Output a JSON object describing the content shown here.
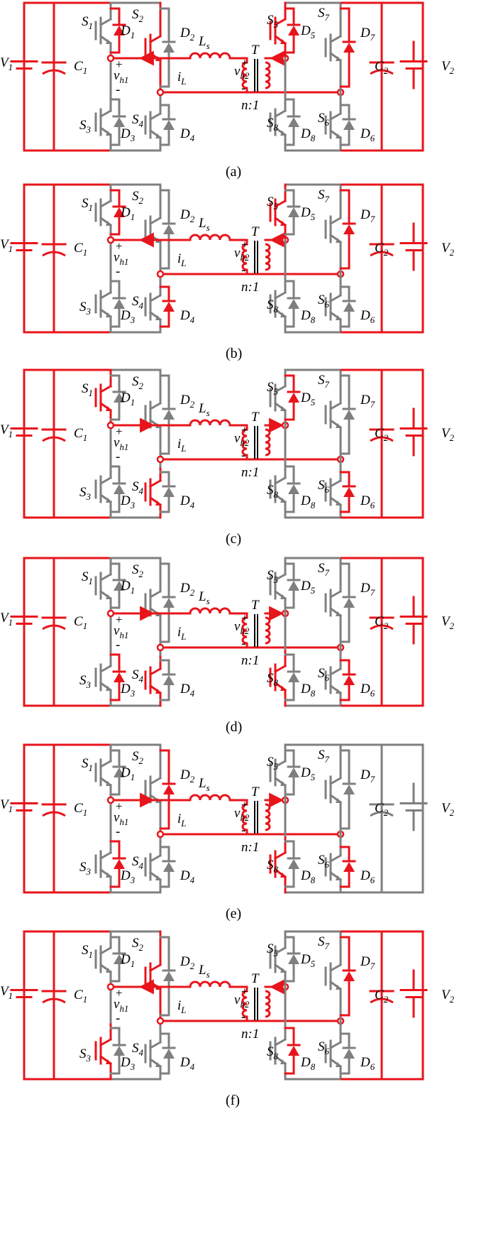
{
  "colors": {
    "active": "#e8141b",
    "inactive": "#7f7f7f",
    "text": "#000000"
  },
  "labels": {
    "S1": "S",
    "S1_sub": "1",
    "S2": "S",
    "S2_sub": "2",
    "S3": "S",
    "S3_sub": "3",
    "S4": "S",
    "S4_sub": "4",
    "S5": "S",
    "S5_sub": "5",
    "S6": "S",
    "S6_sub": "6",
    "S7": "S",
    "S7_sub": "7",
    "S8": "S",
    "S8_sub": "8",
    "D1": "D",
    "D1_sub": "1",
    "D2": "D",
    "D2_sub": "2",
    "D3": "D",
    "D3_sub": "3",
    "D4": "D",
    "D4_sub": "4",
    "D5": "D",
    "D5_sub": "5",
    "D6": "D",
    "D6_sub": "6",
    "D7": "D",
    "D7_sub": "7",
    "D8": "D",
    "D8_sub": "8",
    "V1": "V",
    "V1_sub": "1",
    "V2": "V",
    "V2_sub": "2",
    "C1": "C",
    "C1_sub": "1",
    "C2": "C",
    "C2_sub": "2",
    "Ls": "L",
    "Ls_sub": "s",
    "iL": "i",
    "iL_sub": "L",
    "vh1": "v",
    "vh1_sub": "h1",
    "vh2": "v",
    "vh2_sub": "h2",
    "T": "T",
    "ratio": "n:1",
    "plus": "+",
    "minus": "-"
  },
  "panels": [
    {
      "caption": "(a)",
      "active": [
        "V1",
        "C1",
        "S2",
        "D1",
        "nodeA_up",
        "Ls",
        "midA",
        "T",
        "V2",
        "C2",
        "D5",
        "S7_loop",
        "midB_up",
        "nodeA_low",
        "arrowLeft_L",
        "arrowLeft_T"
      ]
    },
    {
      "caption": "(b)",
      "active": [
        "V1",
        "C1",
        "D1",
        "D4",
        "S5",
        "D7",
        "C2",
        "V2",
        "arrowLeft_L"
      ]
    },
    {
      "caption": "(c)",
      "active": [
        "V1",
        "C1",
        "S1",
        "S4",
        "D5",
        "D6",
        "C2",
        "V2",
        "arrowRight_L"
      ]
    },
    {
      "caption": "(d)",
      "active": [
        "D3",
        "S4",
        "S8",
        "D6",
        "C2",
        "V2",
        "V1",
        "C1",
        "arrowRight_L"
      ]
    },
    {
      "caption": "(e)",
      "active": [
        "D2",
        "D3",
        "S8",
        "D6",
        "V1",
        "C1",
        "arrowRight_L"
      ]
    },
    {
      "caption": "(f)",
      "active": [
        "S2",
        "S3",
        "D7",
        "D8",
        "C2",
        "V2",
        "V1",
        "C1",
        "arrowLeft_L"
      ]
    }
  ]
}
